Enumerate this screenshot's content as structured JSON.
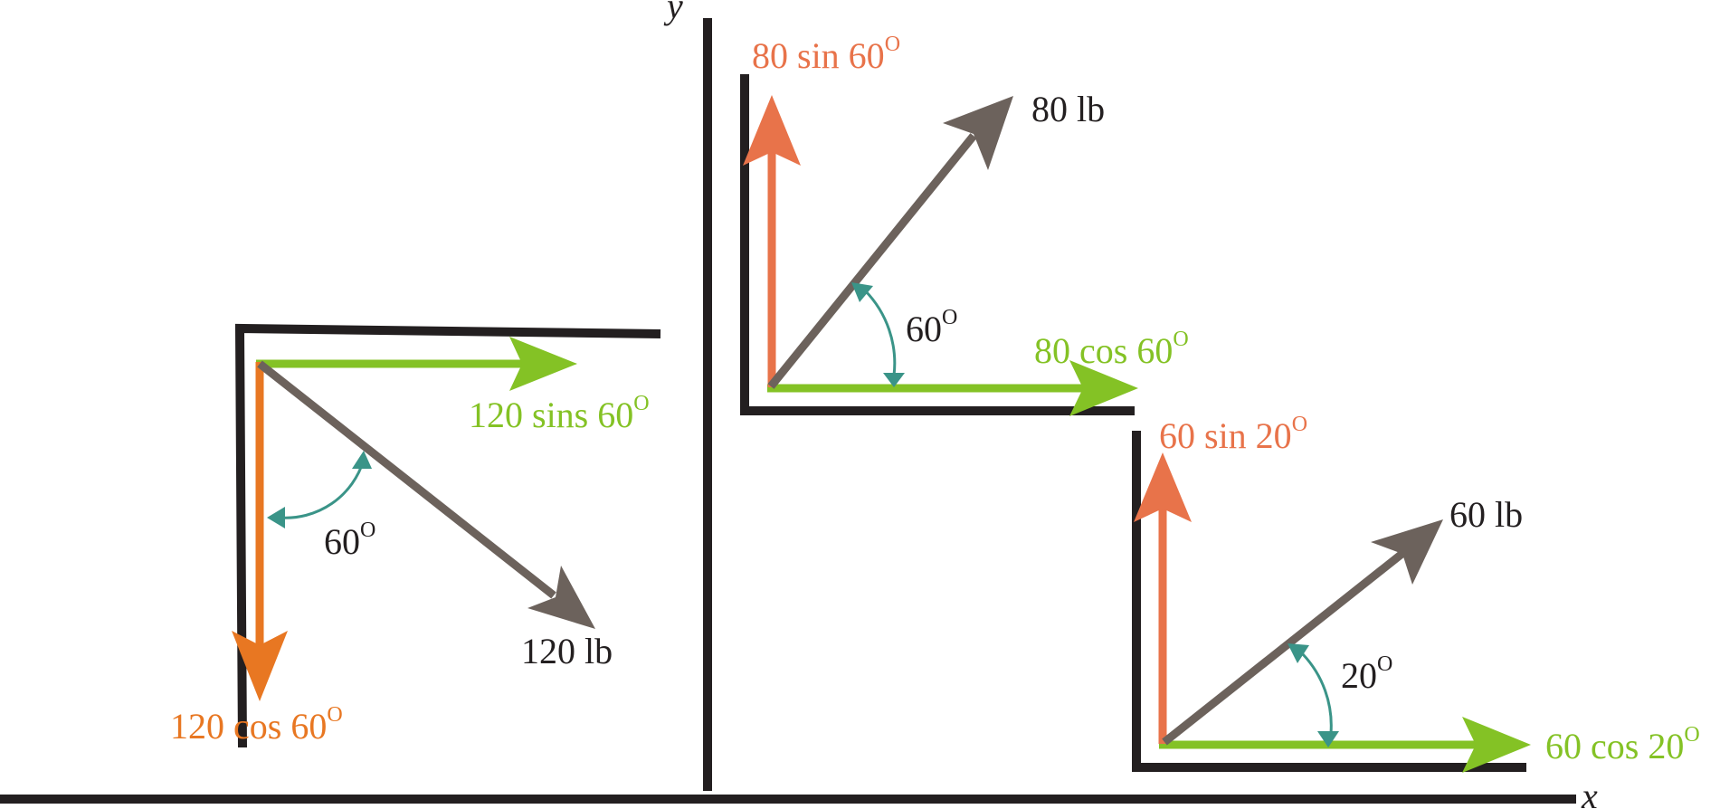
{
  "axes": {
    "x_label": "x",
    "y_label": "y"
  },
  "colors": {
    "frame": "#231f20",
    "force": "#6c625c",
    "vertical_component": "#e8734a",
    "vertical_component_down": "#e87722",
    "horizontal_component": "#84c225",
    "angle_arc": "#3a9488",
    "label_dark": "#231f20"
  },
  "force_120": {
    "force_label": "120 lb",
    "angle_value": "60",
    "horizontal_component": {
      "text": "120 sins 60",
      "degree": "O"
    },
    "vertical_component": {
      "text": "120 cos 60",
      "degree": "O"
    }
  },
  "force_80": {
    "force_label": "80 lb",
    "angle_value": "60",
    "horizontal_component": {
      "text": "80 cos 60",
      "degree": "O"
    },
    "vertical_component": {
      "text": "80 sin 60",
      "degree": "O"
    }
  },
  "force_60": {
    "force_label": "60 lb",
    "angle_value": "20",
    "horizontal_component": {
      "text": "60 cos 20",
      "degree": "O"
    },
    "vertical_component": {
      "text": "60 sin 20",
      "degree": "O"
    }
  },
  "degree_mark": "O"
}
